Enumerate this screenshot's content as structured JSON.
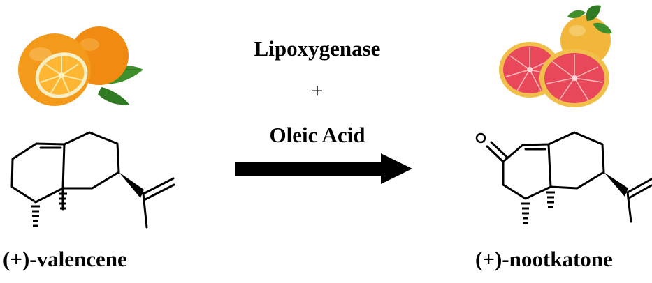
{
  "reaction": {
    "reagent_top": "Lipoxygenase",
    "plus_sign": "+",
    "reagent_bottom": "Oleic Acid"
  },
  "reactant": {
    "name": "(+)-valencene",
    "fruit": "orange-image"
  },
  "product": {
    "name": "(+)-nootkatone",
    "fruit": "grapefruit-image",
    "atom_label": "O"
  },
  "colors": {
    "orange": "#f39a1a",
    "orange_flesh": "#ffb733",
    "leaf": "#3f8f2c",
    "grapefruit_peel": "#f2b63a",
    "grapefruit_flesh": "#e8485a",
    "arrow": "#000000"
  }
}
